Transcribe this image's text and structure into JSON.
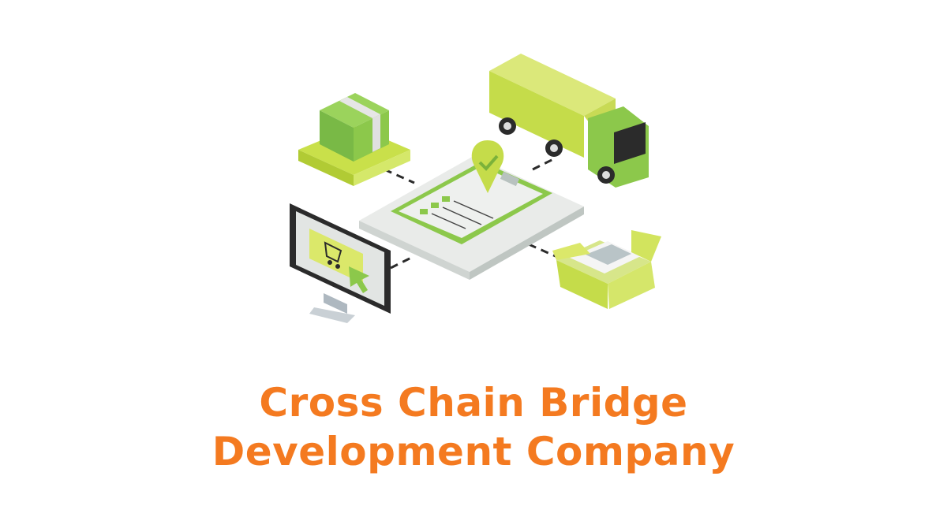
{
  "title": {
    "line1": "Cross Chain Bridge",
    "line2": "Development Company",
    "color": "#f47a20"
  },
  "illustration": {
    "description": "Isometric supply chain illustration: central checklist clipboard with location pin connected by dashed lines to a pallet with box, a delivery truck, a computer monitor with shopping cart, and an open package box",
    "items": [
      "pallet-with-box",
      "delivery-truck",
      "checklist-clipboard",
      "location-pin",
      "computer-shopping-cart",
      "open-package-box"
    ],
    "colors": {
      "lime": "#c8e04a",
      "green": "#8cc84b",
      "gray": "#e6e8e6",
      "dark": "#2b2b2b"
    }
  }
}
